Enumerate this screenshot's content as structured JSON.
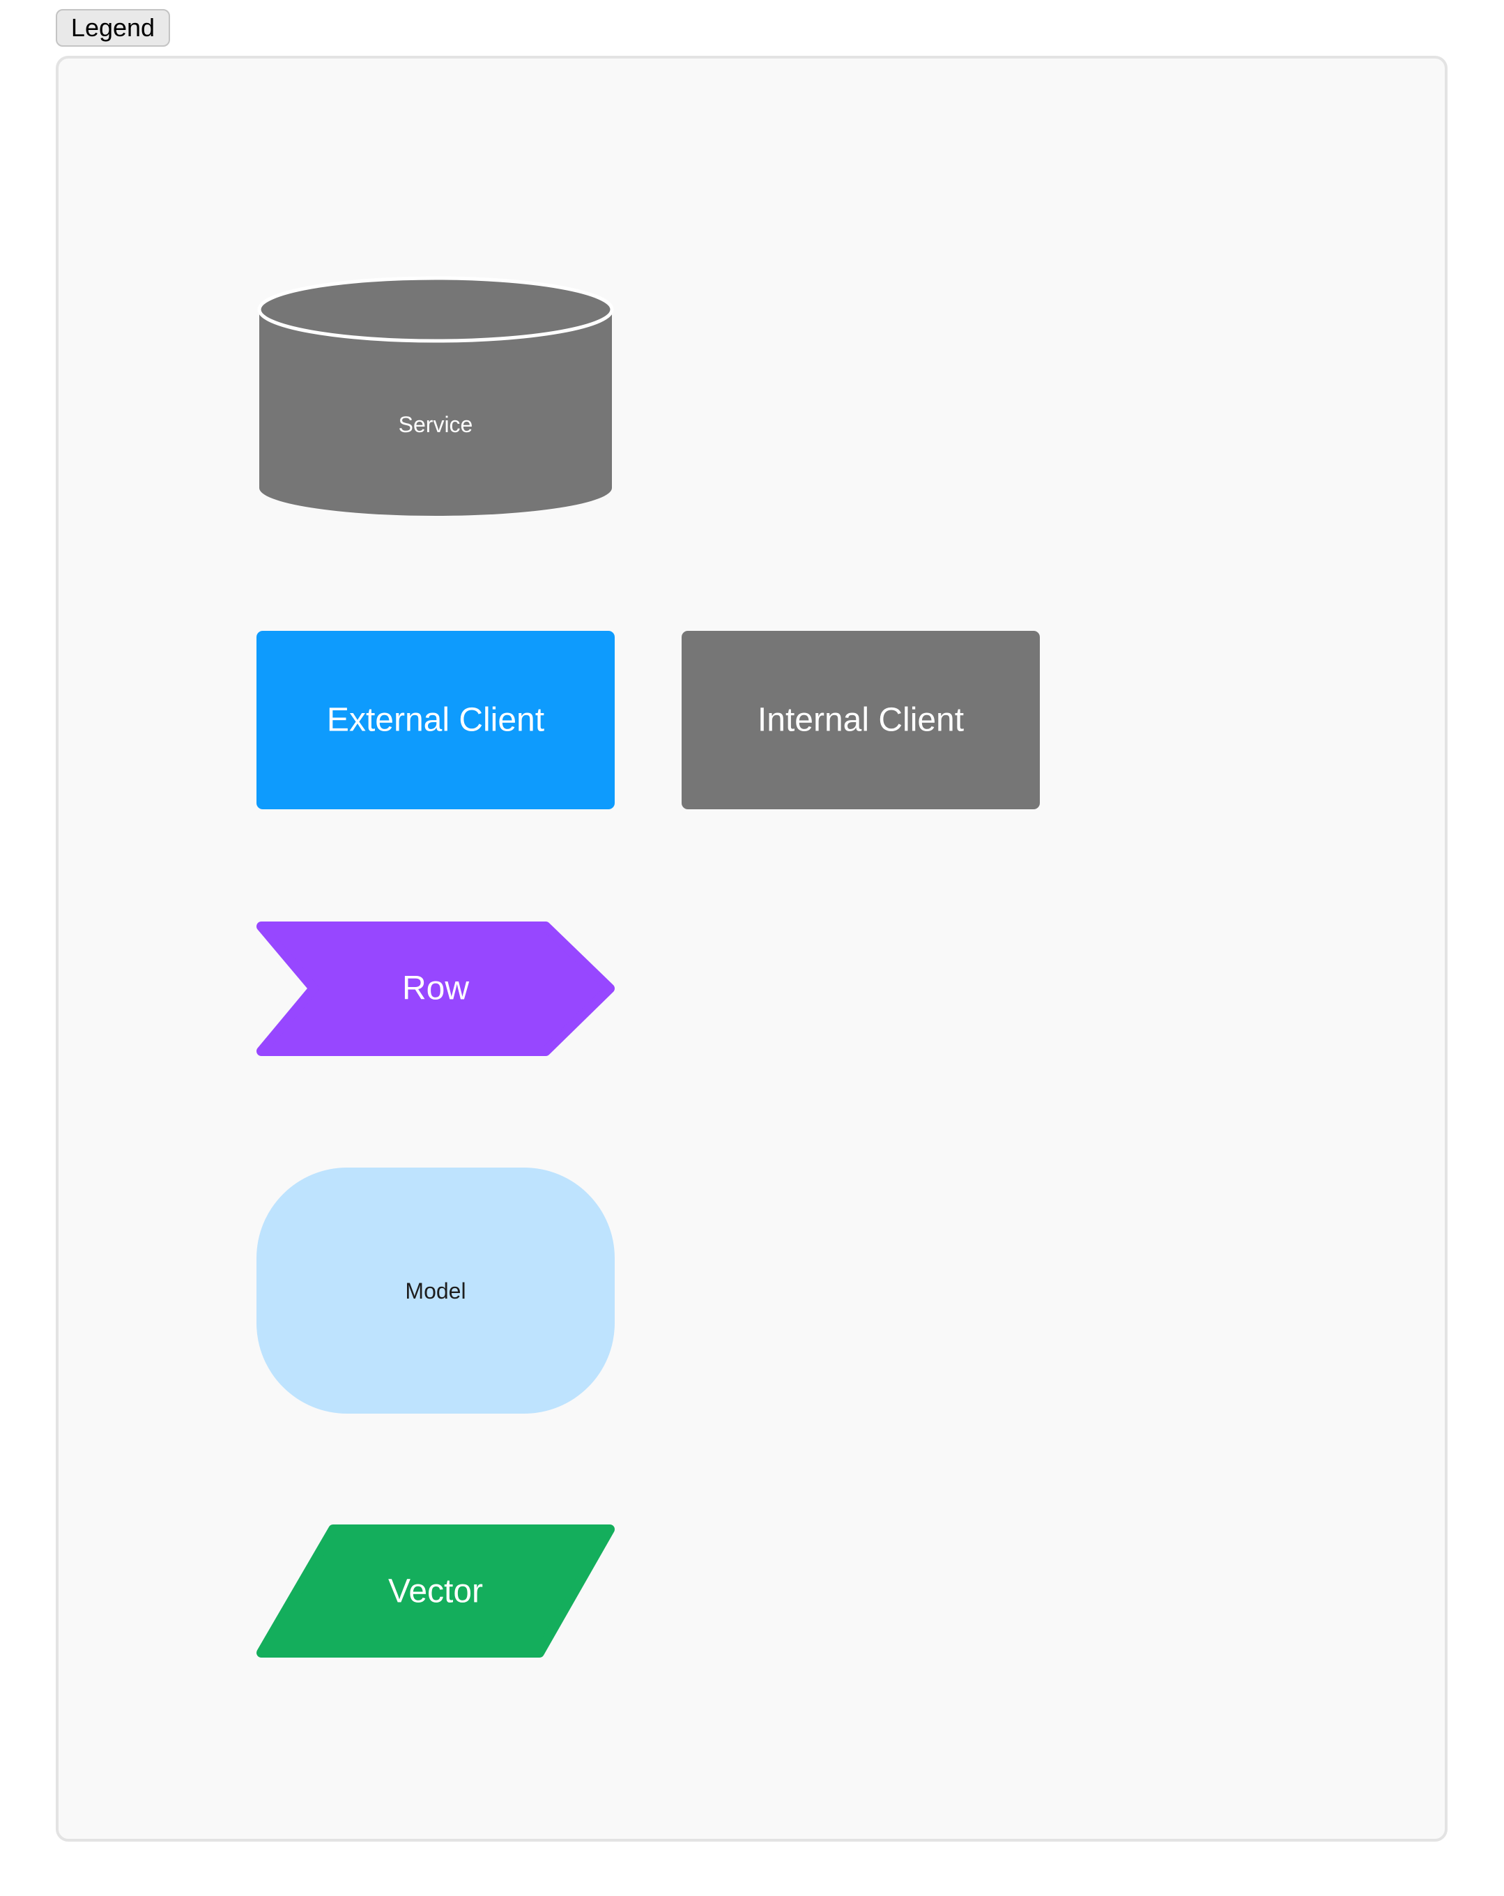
{
  "legend": {
    "button_label": "Legend"
  },
  "shapes": {
    "service": {
      "label": "Service",
      "fill": "#767676",
      "text_color": "#ffffff"
    },
    "external_client": {
      "label": "External Client",
      "fill": "#0e9bfd",
      "text_color": "#ffffff"
    },
    "internal_client": {
      "label": "Internal Client",
      "fill": "#767676",
      "text_color": "#ffffff"
    },
    "row": {
      "label": "Row",
      "fill": "#9747ff",
      "text_color": "#ffffff"
    },
    "model": {
      "label": "Model",
      "fill": "#bee3fe",
      "text_color": "#1e1e1e"
    },
    "vector": {
      "label": "Vector",
      "fill": "#14ae5c",
      "text_color": "#ffffff"
    }
  }
}
